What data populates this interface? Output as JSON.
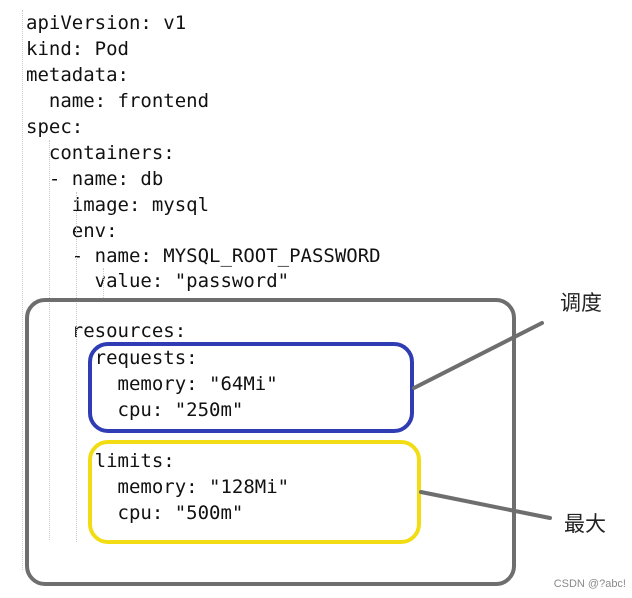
{
  "code": {
    "lines": [
      "apiVersion: v1",
      "kind: Pod",
      "metadata:",
      "  name: frontend",
      "spec:",
      "  containers:",
      "  - name: db",
      "    image: mysql",
      "    env:",
      "    - name: MYSQL_ROOT_PASSWORD",
      "      value: \"password\"",
      "",
      "    resources:",
      "      requests:",
      "        memory: \"64Mi\"",
      "        cpu: \"250m\"",
      "",
      "      limits:",
      "        memory: \"128Mi\"",
      "        cpu: \"500m\""
    ]
  },
  "annotations": {
    "requests_label": "调度",
    "limits_label": "最大"
  },
  "colors": {
    "outer_box": "#6e6e6e",
    "requests_box": "#2f3cb4",
    "limits_box": "#f2dd14",
    "connector": "#6e6e6e"
  },
  "watermark": {
    "text": "CSDN @?abc!"
  }
}
